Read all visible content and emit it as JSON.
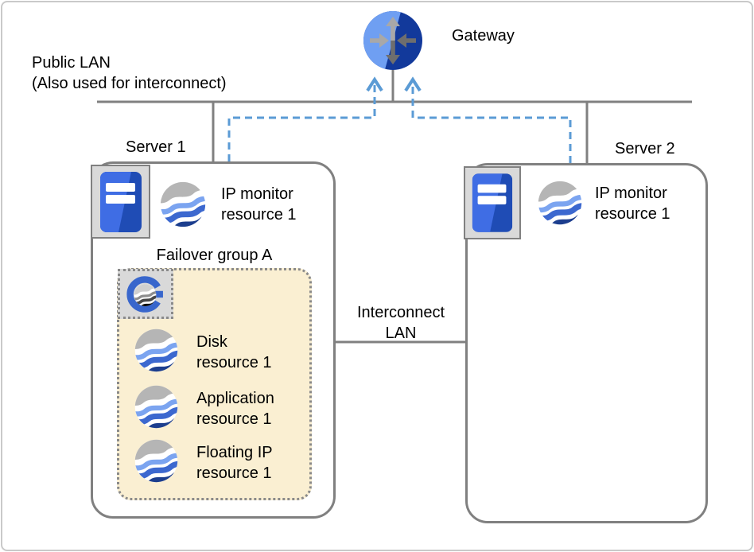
{
  "gateway": {
    "label": "Gateway"
  },
  "public_lan": {
    "line1": "Public LAN",
    "line2": "(Also used for interconnect)"
  },
  "interconnect_lan": {
    "line1": "Interconnect",
    "line2": "LAN"
  },
  "servers": [
    {
      "name": "Server 1",
      "monitor": {
        "line1": "IP monitor",
        "line2": "resource 1"
      }
    },
    {
      "name": "Server 2",
      "monitor": {
        "line1": "IP monitor",
        "line2": "resource 1"
      }
    }
  ],
  "failover_group": {
    "label": "Failover group A",
    "resources": [
      {
        "line1": "Disk",
        "line2": "resource 1"
      },
      {
        "line1": "Application",
        "line2": "resource 1"
      },
      {
        "line1": "Floating IP",
        "line2": "resource 1"
      }
    ]
  },
  "colors": {
    "line_gray": "#808080",
    "dashed_blue": "#5b9bd5",
    "group_bg": "#faefd2",
    "icon_bg_gray": "#d9d9d9",
    "globe_gray": "#b5b5b5",
    "globe_light_blue": "#7ba4f0",
    "globe_mid_blue": "#3c68cf",
    "globe_navy": "#1c3e8e",
    "gateway_light_blue": "#6f9ff2",
    "gateway_dark_blue": "#12399b",
    "group_g_blue": "#3866cc"
  }
}
